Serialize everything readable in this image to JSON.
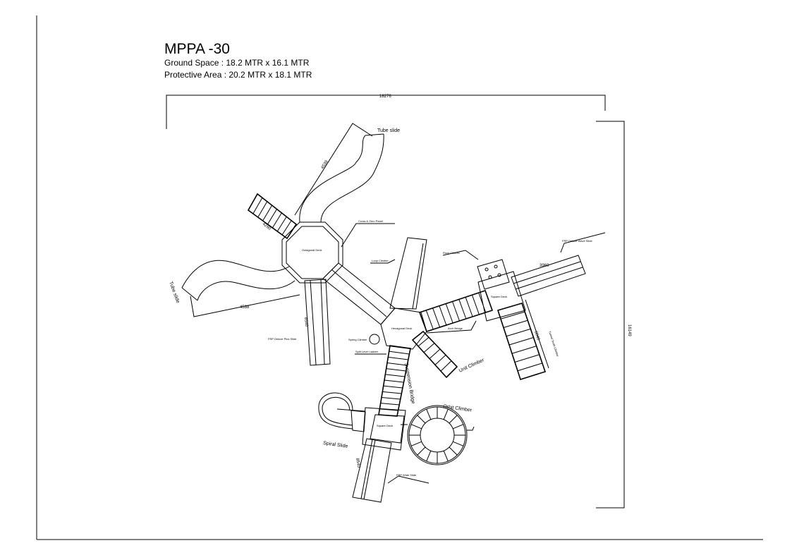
{
  "header": {
    "title": "MPPA -30",
    "ground_space": "Ground Space :  18.2  MTR    x  16.1 MTR",
    "protective_area": "Protective Area :  20.2  MTR    x  18.1 MTR"
  },
  "dimensions": {
    "overall_width": "18276",
    "overall_depth": "16149",
    "tube_slide_top": "4538",
    "tube_slide_left": "4538",
    "plus_slide": "8540",
    "wave_slide": "3960",
    "tunnel_climber": "6040",
    "wide_slide": "8540",
    "ladder": "4260"
  },
  "labels": {
    "tube_slide_top": "Tube slide",
    "tube_slide_left": "Tube slide",
    "cross_zero_panel": "Cross & Zero Panel",
    "loop_climber": "Loop Climber",
    "rock_climber": "Rock Climber",
    "wave_slide": "FRP Deluxe Wave Slide",
    "arch_bridge": "Arch Bridge",
    "unit_climber": "Unit Climber",
    "tunnel_climber": "Tunnel Tooth Climber",
    "suspension_bridge": "Suspension Bridge",
    "orbit_climber": "Orbit Climber",
    "spiral_slide": "Spiral Slide",
    "wide_slide": "FRP Wide Slide",
    "plus_slide": "FRP Deluxe Plus Slide",
    "spring_climber": "Spring Climber",
    "split_level_ladder": "Split Level Ladder",
    "octagonal_deck": "Octagonal Deck",
    "hexagonal_deck": "Hexagonal Deck",
    "square_deck": "Square Deck",
    "square_deck_right": "Square Deck"
  }
}
